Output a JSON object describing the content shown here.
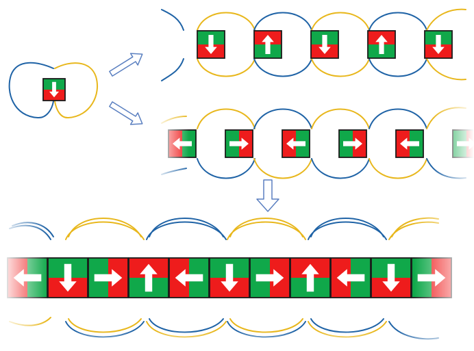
{
  "colors": {
    "north_red": "#ee1c1c",
    "south_green": "#10a84a",
    "field_blue": "#1f63a6",
    "field_gold": "#e8b71c",
    "arrow_white": "#ffffff",
    "process_arrow_outline": "#5a7fc0",
    "magnet_outline": "#1a1a1a"
  },
  "diagram": {
    "single_magnet": {
      "orientation": "down"
    },
    "process_arrows": [
      {
        "id": "to-alternating-row",
        "direction": "up-right",
        "icon": "outline-arrow"
      },
      {
        "id": "to-side-row",
        "direction": "down-right",
        "icon": "outline-arrow"
      },
      {
        "id": "to-combined-row",
        "direction": "down",
        "icon": "outline-arrow"
      }
    ],
    "rows": [
      {
        "id": "alternating-up-down",
        "magnets": [
          "down",
          "up",
          "down",
          "up",
          "down"
        ]
      },
      {
        "id": "alternating-left-right",
        "magnets": [
          "left",
          "right",
          "left",
          "right",
          "left",
          "right"
        ]
      },
      {
        "id": "combined-halbach",
        "magnets": [
          "left",
          "down",
          "right",
          "up",
          "left",
          "down",
          "right",
          "up",
          "left",
          "down",
          "right"
        ]
      }
    ]
  }
}
